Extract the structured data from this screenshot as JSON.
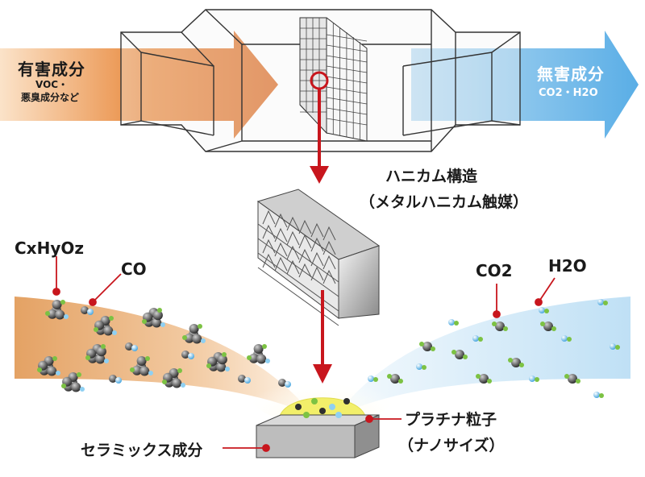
{
  "input": {
    "title": "有害成分",
    "sub1": "VOC・",
    "sub2": "悪臭成分など"
  },
  "output": {
    "title": "無害成分",
    "sub": "CO2・H2O"
  },
  "honeycomb": {
    "line1": "ハニカム構造",
    "line2": "（メタルハニカム触媒）"
  },
  "molecules": {
    "cxhyoz": "CxHyOz",
    "co": "CO",
    "co2": "CO2",
    "h2o": "H2O"
  },
  "catalyst": {
    "line1": "プラチナ粒子",
    "line2": "（ナノサイズ）"
  },
  "ceramic": "セラミックス成分",
  "colors": {
    "harmful": "#e07a2a",
    "harmless": "#6fb6e6",
    "pointer": "#c8161d",
    "platinum": "#f2ef6a"
  }
}
